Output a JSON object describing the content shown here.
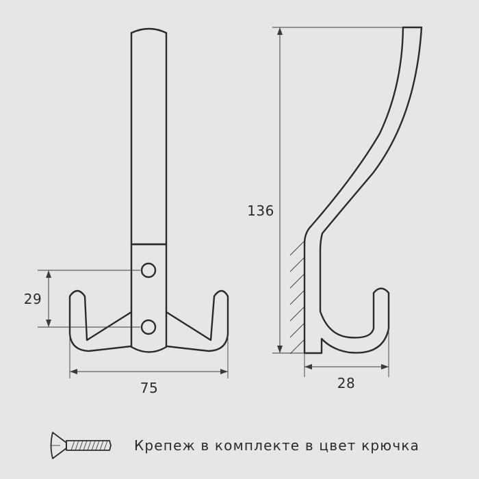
{
  "dimensions": {
    "height": "136",
    "hook_spread": "75",
    "hole_spacing": "29",
    "depth": "28"
  },
  "caption": "Крепеж в комплекте в цвет крючка",
  "icons": {
    "screw": "screw-icon",
    "wall": "wall-hatch-icon"
  },
  "colors": {
    "background": "#e6e6e6",
    "ink": "#2a2a2a"
  }
}
